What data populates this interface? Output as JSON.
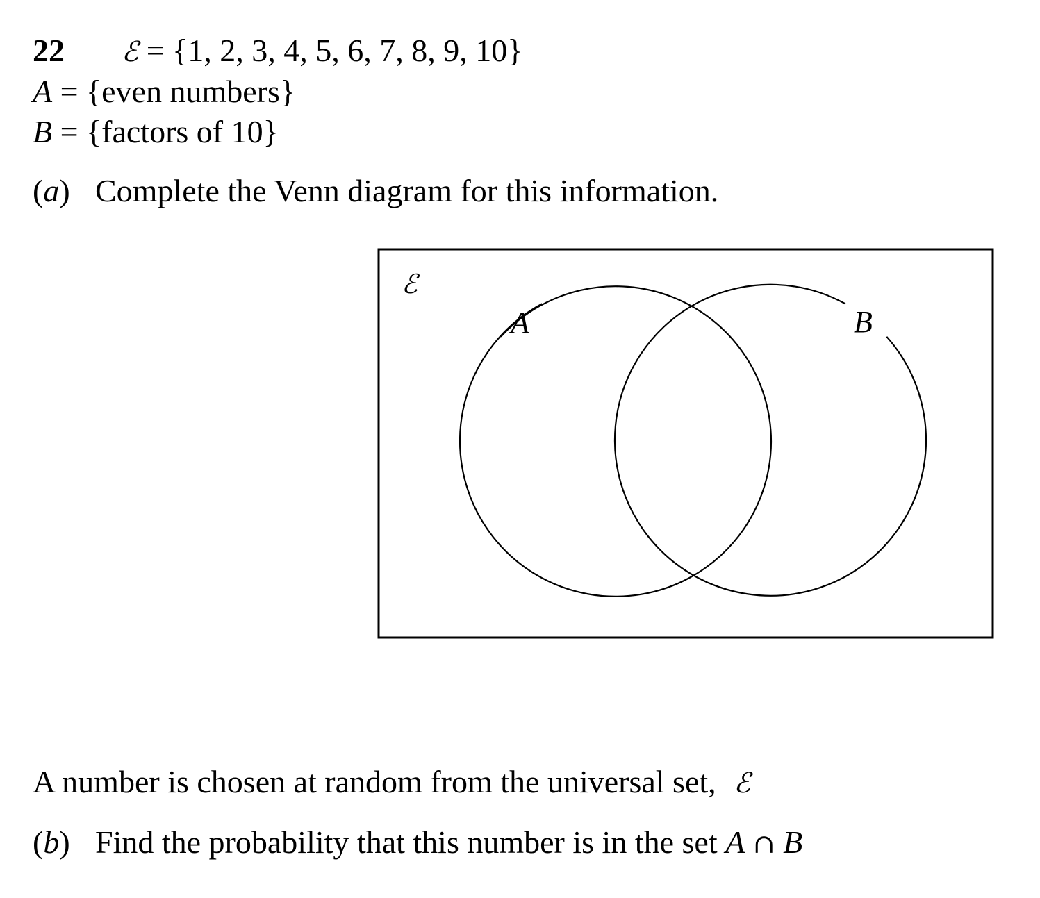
{
  "question": {
    "number": "22",
    "universal_symbol": "ℰ",
    "universal_set": "= {1, 2, 3, 4, 5, 6, 7, 8, 9, 10}",
    "set_a_name": "A",
    "set_a_def": "= {even numbers}",
    "set_b_name": "B",
    "set_b_def": "= {factors of 10}"
  },
  "part_a": {
    "open": "(",
    "letter": "a",
    "close": ")",
    "text": "Complete the Venn diagram for this information."
  },
  "venn": {
    "universal_label": "ℰ",
    "circle_a_label": "A",
    "circle_b_label": "B"
  },
  "statement": {
    "text": "A number is chosen at random from the universal set,",
    "symbol": "ℰ"
  },
  "part_b": {
    "open": "(",
    "letter": "b",
    "close": ")",
    "text": "Find the probability that this number is in the set",
    "set_a": "A",
    "intersection": "∩",
    "set_b": "B"
  }
}
